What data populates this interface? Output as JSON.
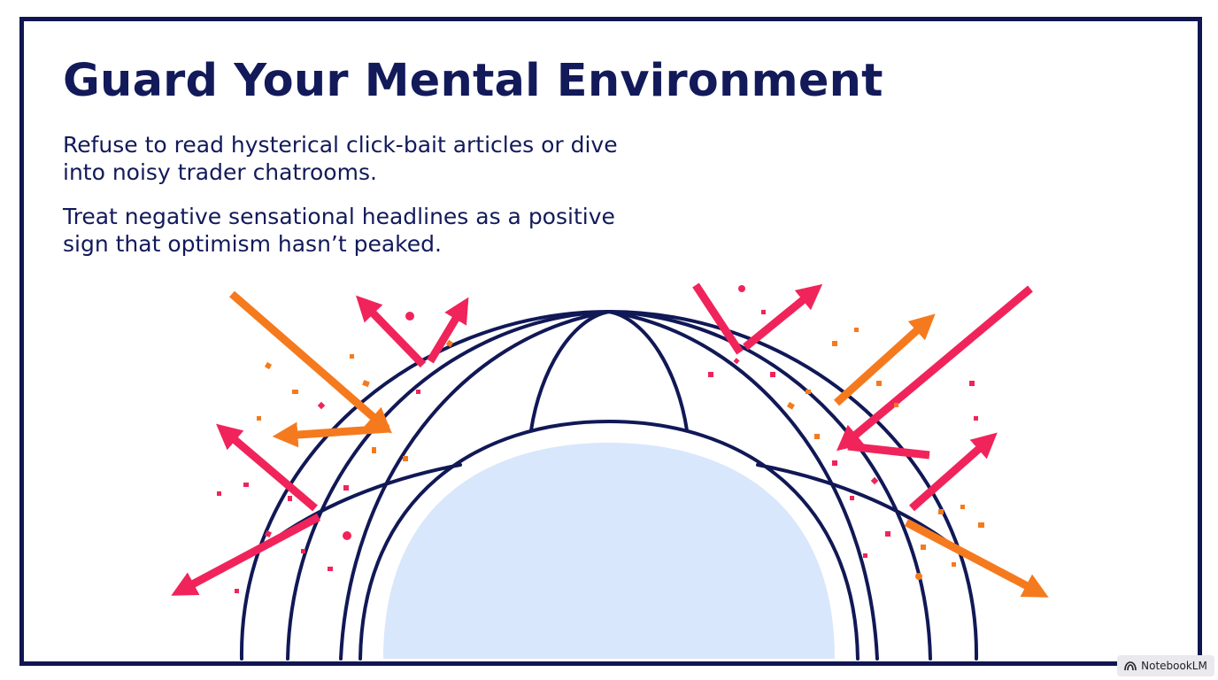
{
  "slide": {
    "title": "Guard Your Mental Environment",
    "paragraph_1": "Refuse to read hysterical click-bait articles or dive into noisy trader chatrooms.",
    "paragraph_2": "Treat negative sensational headlines as a positive sign that optimism hasn’t peaked."
  },
  "badge": {
    "label": "NotebookLM",
    "icon": "notebooklm-logo-icon"
  },
  "colors": {
    "navy": "#101650",
    "orange": "#f57a1e",
    "pink": "#f0245a",
    "dome_fill": "#d8e7fb"
  },
  "icons": {
    "illustration": "protective-dome-icon",
    "arrows": "deflected-arrow-icon"
  }
}
